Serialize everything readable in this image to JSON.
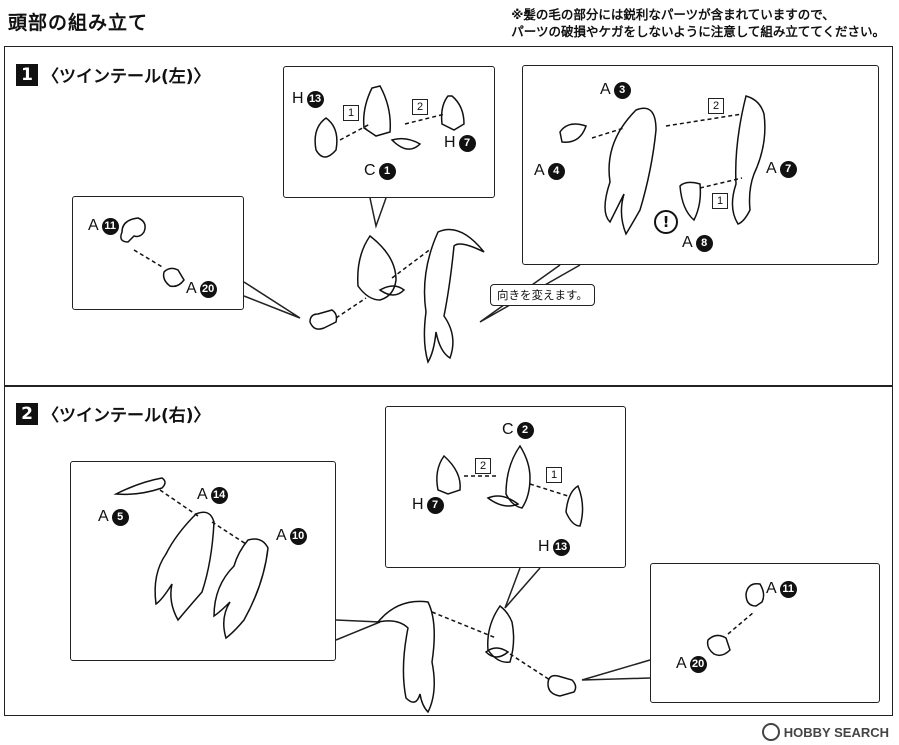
{
  "header": {
    "title": "頭部の組み立て",
    "note_line1": "※髪の毛の部分には鋭利なパーツが含まれていますので、",
    "note_line2": "パーツの破損やケガをしないように注意して組み立ててください。"
  },
  "steps": [
    {
      "number": "1",
      "title": "〈ツインテール(左)〉",
      "labels": {
        "h13": {
          "letter": "H",
          "num": "13"
        },
        "h7": {
          "letter": "H",
          "num": "7"
        },
        "c1": {
          "letter": "C",
          "num": "1"
        },
        "a3": {
          "letter": "A",
          "num": "3"
        },
        "a4": {
          "letter": "A",
          "num": "4"
        },
        "a7": {
          "letter": "A",
          "num": "7"
        },
        "a8": {
          "letter": "A",
          "num": "8"
        },
        "a11": {
          "letter": "A",
          "num": "11"
        },
        "a20": {
          "letter": "A",
          "num": "20"
        }
      },
      "order_boxes": [
        "1",
        "2",
        "2",
        "1"
      ],
      "warning_symbol": "!",
      "note": "向きを変えます。"
    },
    {
      "number": "2",
      "title": "〈ツインテール(右)〉",
      "labels": {
        "c2": {
          "letter": "C",
          "num": "2"
        },
        "h7": {
          "letter": "H",
          "num": "7"
        },
        "h13": {
          "letter": "H",
          "num": "13"
        },
        "a5": {
          "letter": "A",
          "num": "5"
        },
        "a14": {
          "letter": "A",
          "num": "14"
        },
        "a10": {
          "letter": "A",
          "num": "10"
        },
        "a11": {
          "letter": "A",
          "num": "11"
        },
        "a20": {
          "letter": "A",
          "num": "20"
        }
      },
      "order_boxes": [
        "2",
        "1"
      ]
    }
  ],
  "watermark": {
    "text": "HOBBY SEARCH"
  }
}
